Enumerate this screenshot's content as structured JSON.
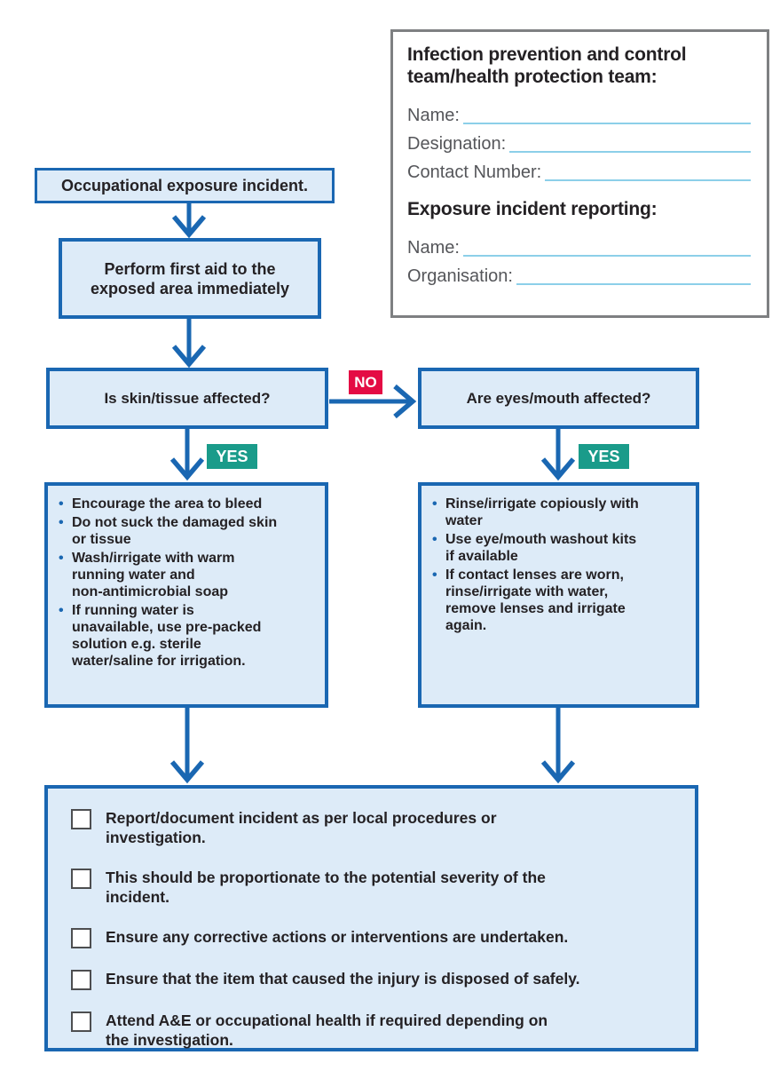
{
  "colors": {
    "flow_blue": "#1a67b2",
    "box_fill": "#ddebf8",
    "no_red": "#e40b44",
    "yes_teal": "#1a9b8a",
    "panel_border_gray": "#7e8082",
    "field_line_blue": "#8ccfe9",
    "label_gray": "#55565a",
    "text_dark": "#242124"
  },
  "info_panel": {
    "title": "Infection prevention and control\nteam/health protection team:",
    "fields": [
      {
        "label": "Name:",
        "value": ""
      },
      {
        "label": "Designation:",
        "value": ""
      },
      {
        "label": "Contact Number:",
        "value": ""
      }
    ],
    "subtitle": "Exposure incident reporting:",
    "fields2": [
      {
        "label": "Name:",
        "value": ""
      },
      {
        "label": "Organisation:",
        "value": ""
      }
    ]
  },
  "flow": {
    "start": "Occupational exposure incident.",
    "first_aid": "Perform first aid to the\nexposed area immediately",
    "q_skin": "Is skin/tissue affected?",
    "q_eyes": "Are eyes/mouth affected?",
    "no_label": "NO",
    "yes_label": "YES",
    "skin_actions": [
      "Encourage the area to bleed",
      "Do not suck the damaged skin\nor tissue",
      "Wash/irrigate with warm\nrunning water and\nnon-antimicrobial soap",
      "If running water is\nunavailable, use pre-packed\nsolution e.g. sterile\nwater/saline for irrigation."
    ],
    "eyes_actions": [
      "Rinse/irrigate copiously with\nwater",
      "Use eye/mouth washout kits\nif available",
      "If contact lenses are worn,\nrinse/irrigate with water,\nremove lenses and irrigate\nagain."
    ]
  },
  "checklist": {
    "items": [
      "Report/document incident as per local procedures or\ninvestigation.",
      "This should be proportionate to the potential severity of the\nincident.",
      "Ensure any corrective actions or interventions are undertaken.",
      "Ensure that the item that caused the injury is disposed of safely.",
      "Attend A&E or occupational health if required depending on\nthe investigation."
    ],
    "checked": [
      false,
      false,
      false,
      false,
      false
    ]
  }
}
